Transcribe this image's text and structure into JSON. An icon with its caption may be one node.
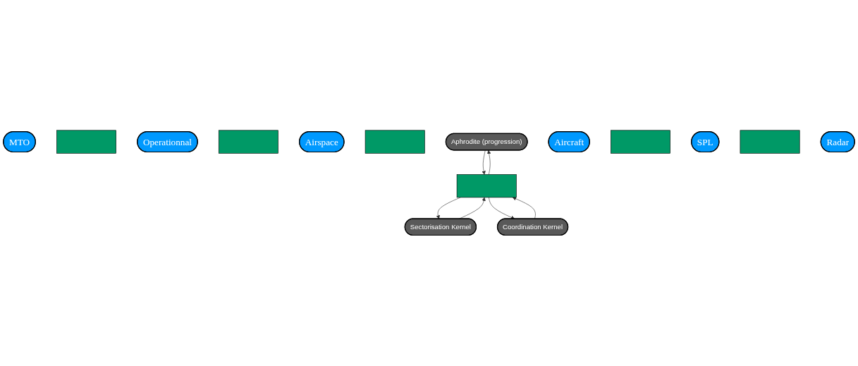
{
  "diagram": {
    "nodes": [
      {
        "text": [
          "MTO"
        ]
      },
      {
        "text": [],
        "shape": "bar"
      },
      {
        "text": [
          "Operationnal"
        ]
      },
      {
        "text": [],
        "shape": "bar"
      },
      {
        "text": [
          "Airspace"
        ]
      },
      {
        "text": [],
        "shape": "bar"
      },
      {
        "text": [
          "Aphrodite (progression)"
        ]
      },
      {
        "text": [
          "Sectorisation Kernel"
        ]
      },
      {
        "text": [
          "Aircraft"
        ]
      },
      {
        "text": [],
        "shape": "bar"
      },
      {
        "text": [
          "Coordination Kernel"
        ]
      },
      {
        "text": [],
        "shape": "bar"
      },
      {
        "text": [
          "SPL"
        ]
      },
      {
        "text": [],
        "shape": "bar"
      },
      {
        "text": [
          "Radar"
        ]
      }
    ],
    "edges": [
      {
        "from": 11,
        "to": 6,
        "arrow": "to"
      },
      {
        "from": 6,
        "to": 11,
        "arrow": "to"
      },
      {
        "from": 11,
        "to": 7,
        "arrow": "to"
      },
      {
        "from": 7,
        "to": 11,
        "arrow": "to"
      },
      {
        "from": 11,
        "to": 10,
        "arrow": "to"
      },
      {
        "from": 10,
        "to": 11,
        "arrow": "to"
      }
    ]
  }
}
